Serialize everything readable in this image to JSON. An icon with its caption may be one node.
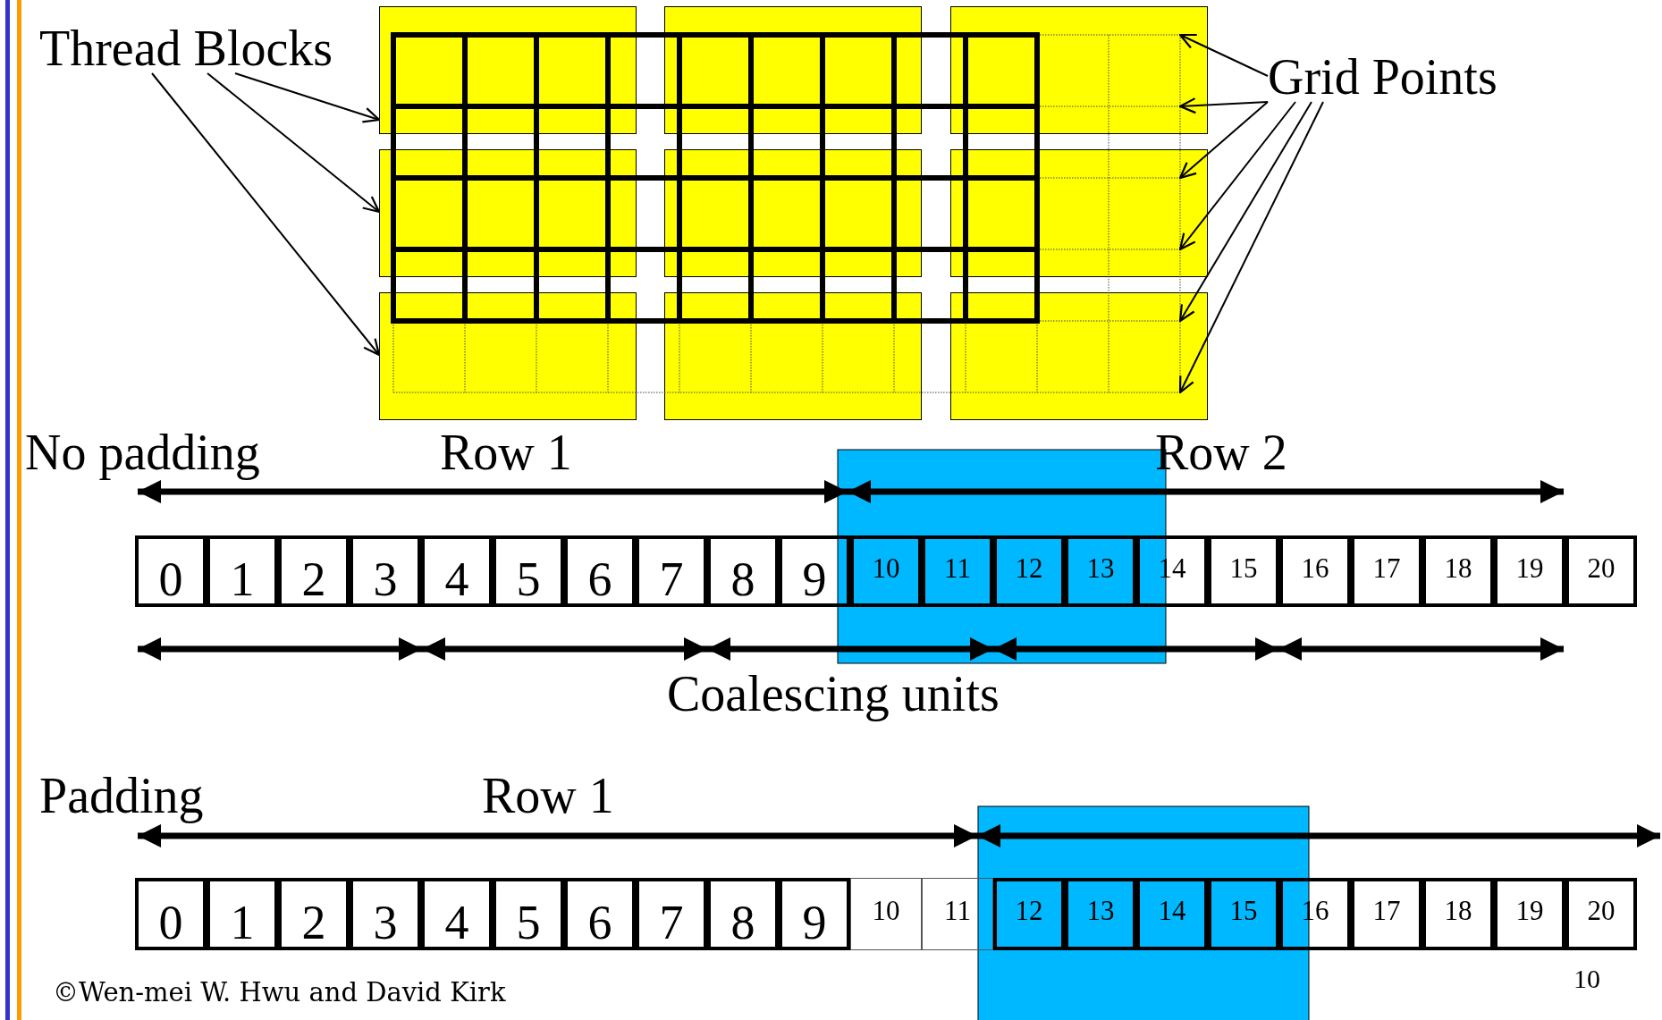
{
  "diagram": {
    "nodes": [
      {
        "text": [
          "Thread Blocks"
        ]
      },
      {
        "text": [
          "Grid Points"
        ]
      },
      {
        "text": [],
        "shape": "box"
      },
      {
        "text": [],
        "shape": "box"
      },
      {
        "text": [],
        "shape": "box"
      },
      {
        "text": [],
        "shape": "box"
      },
      {
        "text": [],
        "shape": "box"
      },
      {
        "text": [],
        "shape": "box"
      },
      {
        "text": [],
        "shape": "box"
      },
      {
        "text": [],
        "shape": "box"
      },
      {
        "text": [],
        "shape": "box"
      }
    ],
    "edges": [
      {
        "from": 0,
        "to": 2,
        "arrow": "to"
      },
      {
        "from": 0,
        "to": 5,
        "arrow": "to"
      },
      {
        "from": 0,
        "to": 8,
        "arrow": "to"
      },
      {
        "from": 1,
        "to": 4,
        "arrow": "to"
      },
      {
        "from": 1,
        "to": 4,
        "arrow": "to"
      },
      {
        "from": 1,
        "to": 7,
        "arrow": "to"
      },
      {
        "from": 1,
        "to": 7,
        "arrow": "to"
      },
      {
        "from": 1,
        "to": 10,
        "arrow": "to"
      },
      {
        "from": 1,
        "to": 10,
        "arrow": "to"
      }
    ],
    "labels": [
      "No padding",
      "Row 1",
      "Row 2",
      "0",
      "1",
      "2",
      "3",
      "4",
      "5",
      "6",
      "7",
      "8",
      "9",
      "10",
      "11",
      "12",
      "13",
      "14",
      "15",
      "16",
      "17",
      "18",
      "19",
      "20",
      "Coalescing units",
      "Padding",
      "Row 1",
      "0",
      "1",
      "2",
      "3",
      "4",
      "5",
      "6",
      "7",
      "8",
      "9",
      "10",
      "11",
      "12",
      "13",
      "14",
      "15",
      "16",
      "17",
      "18",
      "19",
      "20",
      "©Wen-mei W. Hwu and David Kirk",
      "10"
    ]
  }
}
